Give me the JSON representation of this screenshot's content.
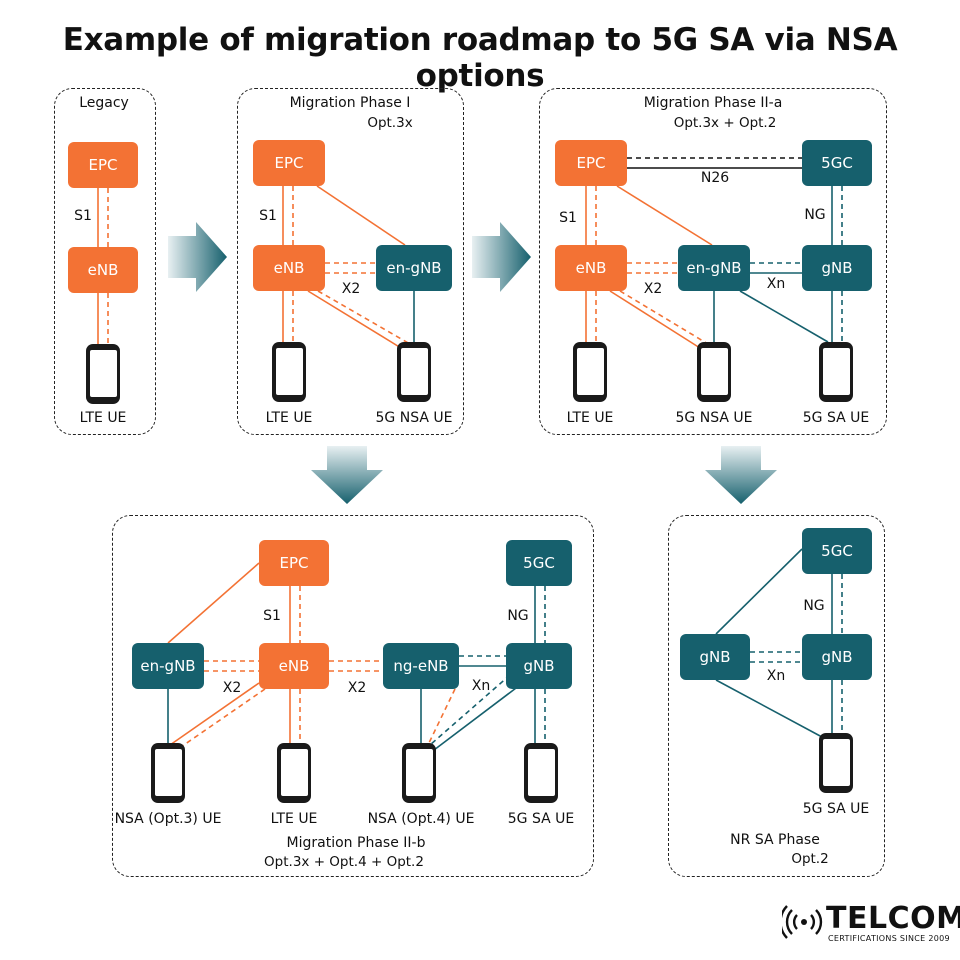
{
  "title": "Example of migration roadmap to 5G SA via NSA options",
  "colors": {
    "orange": "#f37234",
    "teal": "#16606d",
    "border": "#222222"
  },
  "panels": {
    "legacy": {
      "title": "Legacy"
    },
    "phase1": {
      "title": "Migration Phase I",
      "subtitle": "Opt.3x"
    },
    "phase2a": {
      "title": "Migration Phase II-a",
      "subtitle": "Opt.3x + Opt.2"
    },
    "phase2b": {
      "title": "Migration Phase II-b",
      "subtitle": "Opt.3x + Opt.4 + Opt.2"
    },
    "nrsa": {
      "title": "NR SA Phase",
      "subtitle": "Opt.2"
    }
  },
  "nodes": [
    {
      "id": "l_epc",
      "label": "EPC",
      "kind": "orange"
    },
    {
      "id": "l_enb",
      "label": "eNB",
      "kind": "orange"
    },
    {
      "id": "p1_epc",
      "label": "EPC",
      "kind": "orange"
    },
    {
      "id": "p1_enb",
      "label": "eNB",
      "kind": "orange"
    },
    {
      "id": "p1_engnb",
      "label": "en-gNB",
      "kind": "teal"
    },
    {
      "id": "p2a_epc",
      "label": "EPC",
      "kind": "orange"
    },
    {
      "id": "p2a_5gc",
      "label": "5GC",
      "kind": "teal"
    },
    {
      "id": "p2a_enb",
      "label": "eNB",
      "kind": "orange"
    },
    {
      "id": "p2a_engnb",
      "label": "en-gNB",
      "kind": "teal"
    },
    {
      "id": "p2a_gnb",
      "label": "gNB",
      "kind": "teal"
    },
    {
      "id": "p2b_epc",
      "label": "EPC",
      "kind": "orange"
    },
    {
      "id": "p2b_5gc",
      "label": "5GC",
      "kind": "teal"
    },
    {
      "id": "p2b_engnb",
      "label": "en-gNB",
      "kind": "teal"
    },
    {
      "id": "p2b_enb",
      "label": "eNB",
      "kind": "orange"
    },
    {
      "id": "p2b_ngenb",
      "label": "ng-eNB",
      "kind": "teal"
    },
    {
      "id": "p2b_gnb",
      "label": "gNB",
      "kind": "teal"
    },
    {
      "id": "nr_5gc",
      "label": "5GC",
      "kind": "teal"
    },
    {
      "id": "nr_gnb1",
      "label": "gNB",
      "kind": "teal"
    },
    {
      "id": "nr_gnb2",
      "label": "gNB",
      "kind": "teal"
    }
  ],
  "ues": [
    {
      "id": "l_ue",
      "label": "LTE UE"
    },
    {
      "id": "p1_ue1",
      "label": "LTE UE"
    },
    {
      "id": "p1_ue2",
      "label": "5G NSA UE"
    },
    {
      "id": "p2a_ue1",
      "label": "LTE UE"
    },
    {
      "id": "p2a_ue2",
      "label": "5G NSA UE"
    },
    {
      "id": "p2a_ue3",
      "label": "5G SA UE"
    },
    {
      "id": "p2b_ue1",
      "label": "NSA (Opt.3) UE"
    },
    {
      "id": "p2b_ue2",
      "label": "LTE UE"
    },
    {
      "id": "p2b_ue3",
      "label": "NSA (Opt.4) UE"
    },
    {
      "id": "p2b_ue4",
      "label": "5G SA UE"
    },
    {
      "id": "nr_ue",
      "label": "5G SA UE"
    }
  ],
  "interface_labels": [
    {
      "id": "l_s1",
      "text": "S1"
    },
    {
      "id": "p1_s1",
      "text": "S1"
    },
    {
      "id": "p1_x2",
      "text": "X2"
    },
    {
      "id": "p2a_n26",
      "text": "N26"
    },
    {
      "id": "p2a_s1",
      "text": "S1"
    },
    {
      "id": "p2a_ng",
      "text": "NG"
    },
    {
      "id": "p2a_x2",
      "text": "X2"
    },
    {
      "id": "p2a_xn",
      "text": "Xn"
    },
    {
      "id": "p2b_s1",
      "text": "S1"
    },
    {
      "id": "p2b_ng",
      "text": "NG"
    },
    {
      "id": "p2b_x2a",
      "text": "X2"
    },
    {
      "id": "p2b_x2b",
      "text": "X2"
    },
    {
      "id": "p2b_xn",
      "text": "Xn"
    },
    {
      "id": "nr_ng",
      "text": "NG"
    },
    {
      "id": "nr_xn",
      "text": "Xn"
    }
  ],
  "logo": {
    "name": "TELCOMA",
    "tagline": "CERTIFICATIONS SINCE 2009",
    "icon": "signal-waves-icon"
  }
}
